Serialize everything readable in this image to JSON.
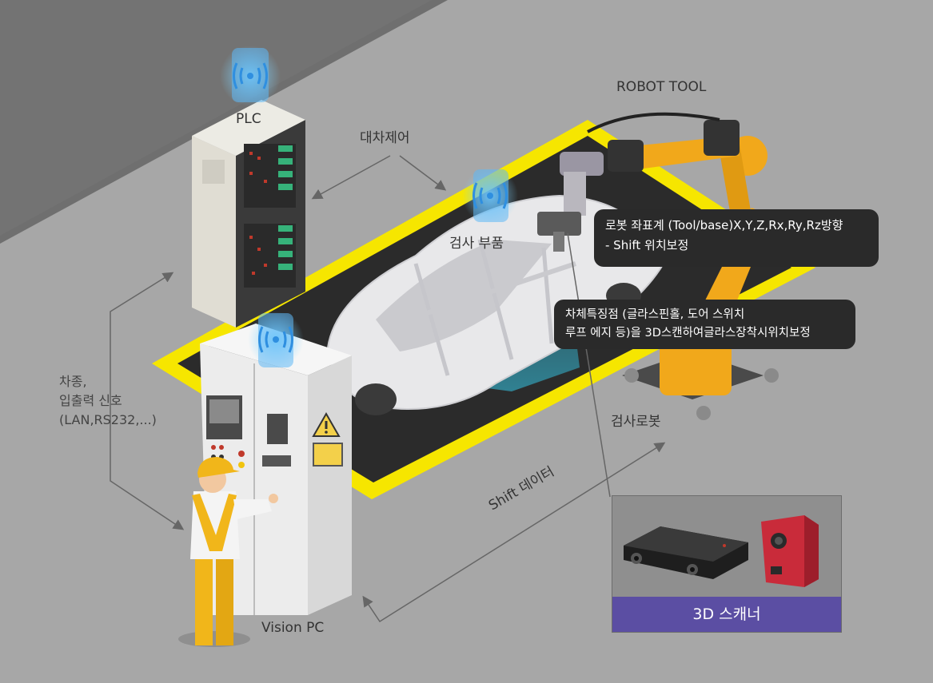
{
  "labels": {
    "plc": "PLC",
    "cart_control": "대차제어",
    "robot_tool": "ROBOT TOOL",
    "inspection_part": "검사 부품",
    "inspection_robot": "검사로봇",
    "shift_data": "Shift 데이터",
    "vision_pc": "Vision PC",
    "signals_line1": "차종,",
    "signals_line2": "입출력 신호",
    "signals_line3": "(LAN,RS232,...)"
  },
  "callouts": {
    "robot_coords": [
      "로봇 좌표계 (Tool/base)X,Y,Z,Rx,Ry,Rz방향",
      "- Shift 위치보정"
    ],
    "body_features": [
      "차체특징점 (글라스핀홀, 도어 스위치",
      "루프 에지 등)을 3D스캔하여글라스장착시위치보정"
    ]
  },
  "scanner": {
    "caption": "3D 스캐너"
  },
  "colors": {
    "floor": "#a7a7a7",
    "wall": "#6f6f6f",
    "safety_yellow": "#f6e600",
    "robot_orange": "#f1a81b",
    "scan_cyan": "#35c7e6",
    "caption_purple": "#5b4ea3",
    "wireless_blue": "#2f8fe0"
  },
  "icons": [
    "wifi-signal-icon",
    "warning-triangle-icon"
  ]
}
